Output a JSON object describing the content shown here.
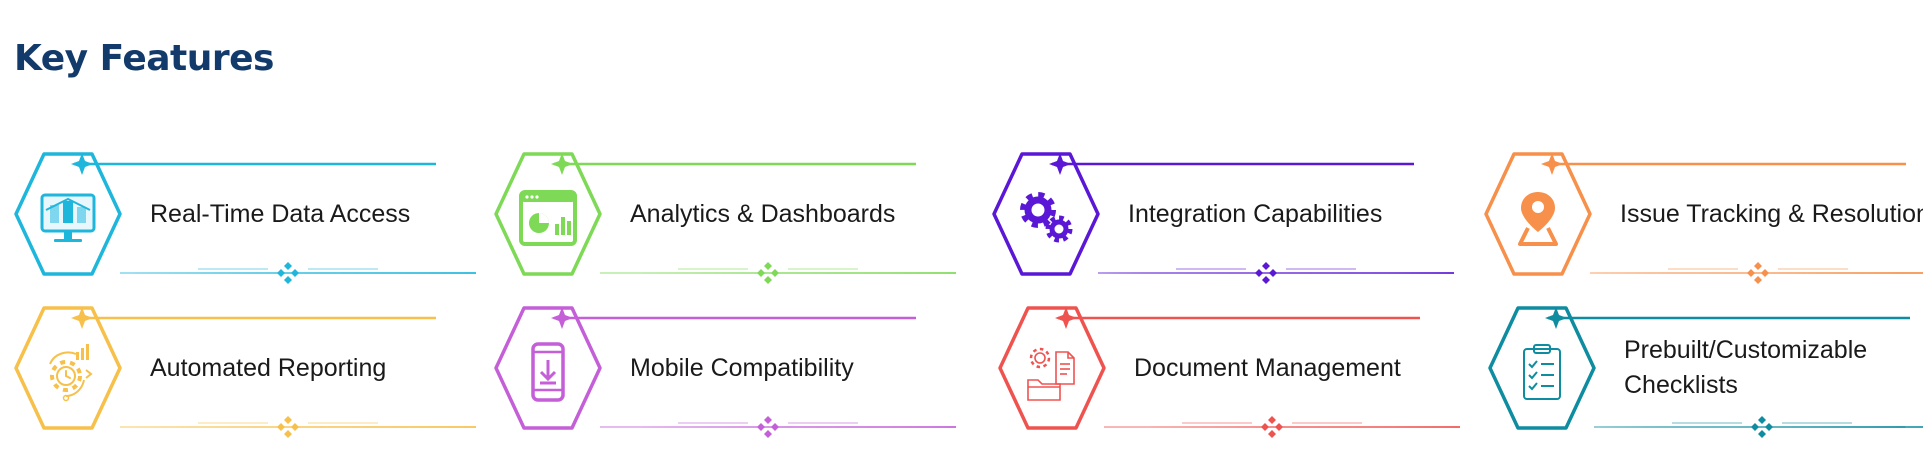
{
  "page": {
    "title": "Key Features"
  },
  "features": [
    {
      "label": "Real-Time Data Access",
      "icon": "monitor-data-icon",
      "color": "#1fb6dc"
    },
    {
      "label": "Analytics & Dashboards",
      "icon": "dashboard-chart-icon",
      "color": "#7ed957"
    },
    {
      "label": "Integration Capabilities",
      "icon": "gears-icon",
      "color": "#5b17d6"
    },
    {
      "label": "Issue Tracking & Resolution",
      "icon": "map-pin-icon",
      "color": "#f7904a"
    },
    {
      "label": "Automated Reporting",
      "icon": "automation-gear-icon",
      "color": "#f7c04a"
    },
    {
      "label": "Mobile Compatibility",
      "icon": "mobile-download-icon",
      "color": "#c45fd8"
    },
    {
      "label": "Document Management",
      "icon": "document-folder-icon",
      "color": "#ef5350"
    },
    {
      "label": "Prebuilt/Customizable Checklists",
      "icon": "clipboard-checklist-icon",
      "color": "#0e8ca0"
    }
  ]
}
